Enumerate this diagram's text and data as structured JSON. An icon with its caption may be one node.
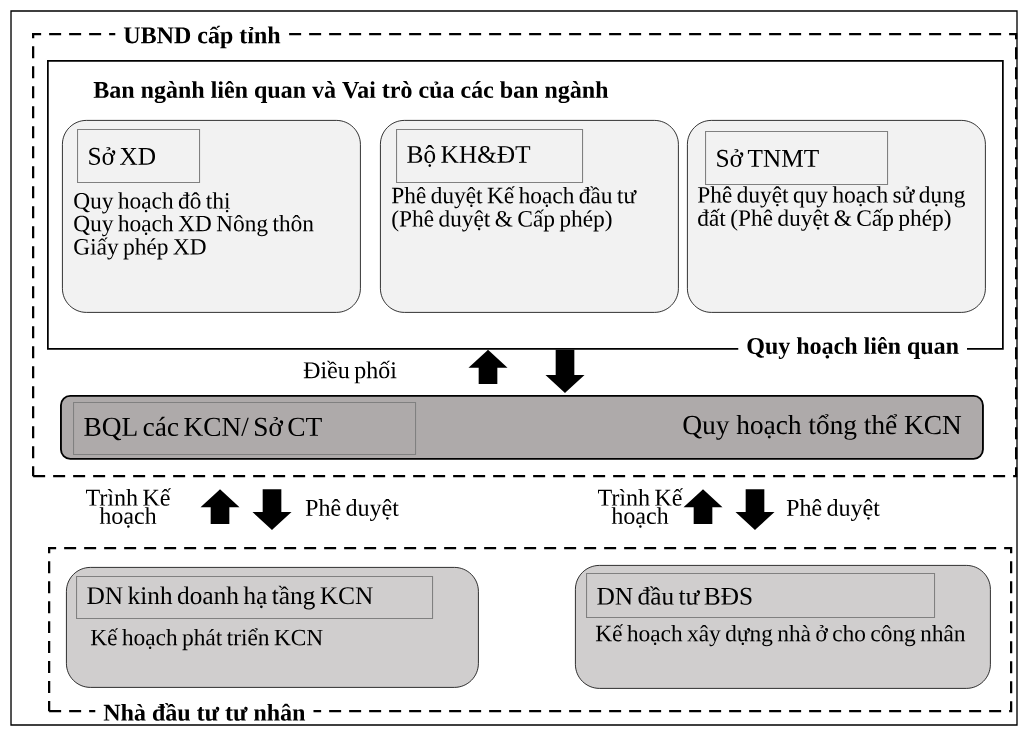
{
  "diagram": {
    "nodes": [
      {
        "text": [
          "UBND cấp tỉnh"
        ]
      },
      {
        "text": [
          "Ban ngành liên quan và Vai trò của các ban ngành",
          "Quy hoạch liên quan"
        ],
        "in": 0
      },
      {
        "text": [
          "Quy hoạch đô thị",
          "Quy hoạch XD Nông thôn",
          "Giấy phép XD"
        ],
        "in": 1
      },
      {
        "text": [
          "Sở XD"
        ],
        "in": 2
      },
      {
        "text": [
          "Phê duyệt Kế hoạch đầu tư (Phê duyệt & Cấp phép)"
        ],
        "in": 1
      },
      {
        "text": [
          "Bộ KH&ĐT"
        ],
        "in": 4
      },
      {
        "text": [
          "Phê duyệt quy hoạch sử dụng đất (Phê duyệt & Cấp phép)"
        ],
        "in": 1
      },
      {
        "text": [
          "Sở TNMT"
        ],
        "in": 6
      },
      {
        "text": [
          "Quy hoạch tổng thể KCN"
        ],
        "in": 0
      },
      {
        "text": [
          "BQL các KCN/ Sở CT"
        ],
        "in": 8
      },
      {
        "text": [
          "Nhà đầu tư tư nhân"
        ]
      },
      {
        "text": [
          "Kế hoạch phát triển KCN"
        ],
        "in": 10
      },
      {
        "text": [
          "DN kinh doanh hạ tầng KCN"
        ],
        "in": 11
      },
      {
        "text": [
          "Kế hoạch xây dựng nhà ở cho công nhân"
        ],
        "in": 10
      },
      {
        "text": [
          "DN đầu tư BĐS"
        ],
        "in": 13
      }
    ],
    "edges": [
      {
        "from": 8,
        "to": 1,
        "arrow": "to",
        "label": "Điều phối"
      },
      {
        "from": 1,
        "to": 8,
        "arrow": "to"
      },
      {
        "from": 10,
        "to": 0,
        "arrow": "to",
        "label": "Trình Kế hoạch"
      },
      {
        "from": 0,
        "to": 10,
        "arrow": "to",
        "label": "Phê duyệt"
      },
      {
        "from": 10,
        "to": 0,
        "arrow": "to",
        "label": "Trình Kế hoạch"
      },
      {
        "from": 0,
        "to": 10,
        "arrow": "to",
        "label": "Phê duyệt"
      }
    ]
  }
}
